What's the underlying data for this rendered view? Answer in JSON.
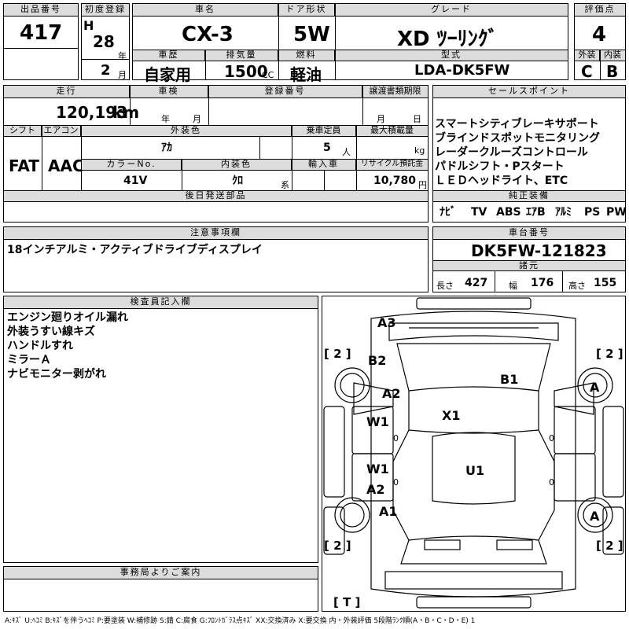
{
  "header": {
    "lot_label": "出品番号",
    "lot_no": "417",
    "first_reg_label": "初度登録",
    "era": "H",
    "year": "28",
    "year_unit": "年",
    "month": "2",
    "month_unit": "月",
    "car_name_label": "車名",
    "car_name": "CX-3",
    "door_label": "ドア形状",
    "door": "5W",
    "grade_label": "グレード",
    "grade": "XD ﾂｰﾘﾝｸﾞ",
    "score_label": "評価点",
    "score": "4",
    "history_label": "車歴",
    "history": "自家用",
    "displacement_label": "排気量",
    "displacement": "1500",
    "cc": "CC",
    "fuel_label": "燃料",
    "fuel": "軽油",
    "model_label": "型式",
    "model": "LDA-DK5FW",
    "ext_label": "外装",
    "ext": "C",
    "int_label": "内装",
    "int": "B"
  },
  "row2": {
    "mileage_label": "走行",
    "mileage": "120,193",
    "km": "km",
    "inspection_label": "車検",
    "year_unit": "年",
    "month_unit": "月",
    "reg_label": "登録番号",
    "transfer_label": "譲渡書類期限",
    "transfer_month": "月",
    "transfer_day": "日",
    "shift_label": "シフト",
    "shift": "FAT",
    "ac_label": "エアコン",
    "ac": "AAC",
    "color_label": "外装色",
    "color": "ｱｶ",
    "capacity_label": "乗車定員",
    "capacity": "5",
    "person_unit": "人",
    "load_label": "最大積載量",
    "load_unit": "kg",
    "color_no_label": "カラーNo.",
    "color_no": "41V",
    "int_color_label": "内装色",
    "int_color": "ｸﾛ",
    "kei": "系",
    "import_label": "輸入車",
    "recycle_label": "リサイクル預託金",
    "recycle": "10,780",
    "yen": "円",
    "later_label": "後日発送部品"
  },
  "sales": {
    "label": "セールスポイント",
    "lines": [
      "スマートシティブレーキサポート",
      "ブラインドスポットモニタリング",
      "レーダークルーズコントロール",
      "パドルシフト・Pスタート",
      "ＬＥＤヘッドライト、ETC"
    ]
  },
  "equipment": {
    "label": "純正装備",
    "items": [
      "ﾅﾋﾞ",
      "TV",
      "ABS",
      "ｴｱB",
      "ｱﾙﾐ",
      "PS",
      "PW"
    ]
  },
  "notes": {
    "label": "注意事項欄",
    "text": "18インチアルミ・アクティブドライブディスプレイ"
  },
  "chassis": {
    "label": "車台番号",
    "number": "DK5FW-121823",
    "spec_label": "諸元",
    "length_label": "長さ",
    "length": "427",
    "width_label": "幅",
    "width": "176",
    "height_label": "高さ",
    "height": "155"
  },
  "inspector": {
    "label": "検査員記入欄",
    "lines": [
      "エンジン廻りオイル漏れ",
      "外装うすい線キズ",
      "ハンドルすれ",
      "ミラーＡ",
      "ナビモニター剥がれ"
    ]
  },
  "office": {
    "label": "事務局よりご案内"
  },
  "diagram": {
    "marks": [
      "A3",
      "B2",
      "A2",
      "B1",
      "X1",
      "W1",
      "W1",
      "A2",
      "A1",
      "U1",
      "A",
      "A"
    ],
    "tires": [
      "[ 2 ]",
      "[ 2 ]",
      "[ 2 ]",
      "[ 2 ]",
      "[ T ]"
    ],
    "zeros": [
      "0",
      "0",
      "0",
      "0"
    ]
  },
  "legend": "A:ｷｽﾞ U:ﾍｺﾐ B:ｷｽﾞを伴うﾍｺﾐ P:要塗装 W:補修跡 S:錆 C:腐食 G:ﾌﾛﾝﾄｶﾞﾗｽ点ｷｽﾞ XX:交換済み X:要交換 内・外装評価 5段階ﾗﾝｸ順(A・B・C・D・E) 1"
}
